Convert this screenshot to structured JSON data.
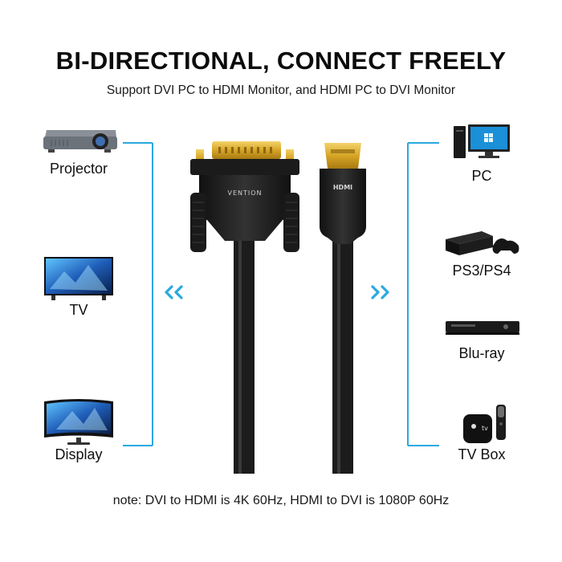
{
  "header": {
    "title": "BI-DIRECTIONAL, CONNECT FREELY",
    "subtitle": "Support DVI PC to HDMI Monitor, and HDMI PC to DVI Monitor"
  },
  "left_devices": [
    {
      "label": "Projector"
    },
    {
      "label": "TV"
    },
    {
      "label": "Display"
    }
  ],
  "right_devices": [
    {
      "label": "PC"
    },
    {
      "label": "PS3/PS4"
    },
    {
      "label": "Blu-ray"
    },
    {
      "label": "TV Box"
    }
  ],
  "cable": {
    "dvi_brand": "VENTION",
    "hdmi_mark": "HDMI"
  },
  "note": "note: DVI to HDMI is 4K 60Hz, HDMI to DVI is 1080P 60Hz",
  "colors": {
    "accent": "#2aa9e0",
    "cable": "#1c1c1c",
    "gold": "#d6a526"
  }
}
